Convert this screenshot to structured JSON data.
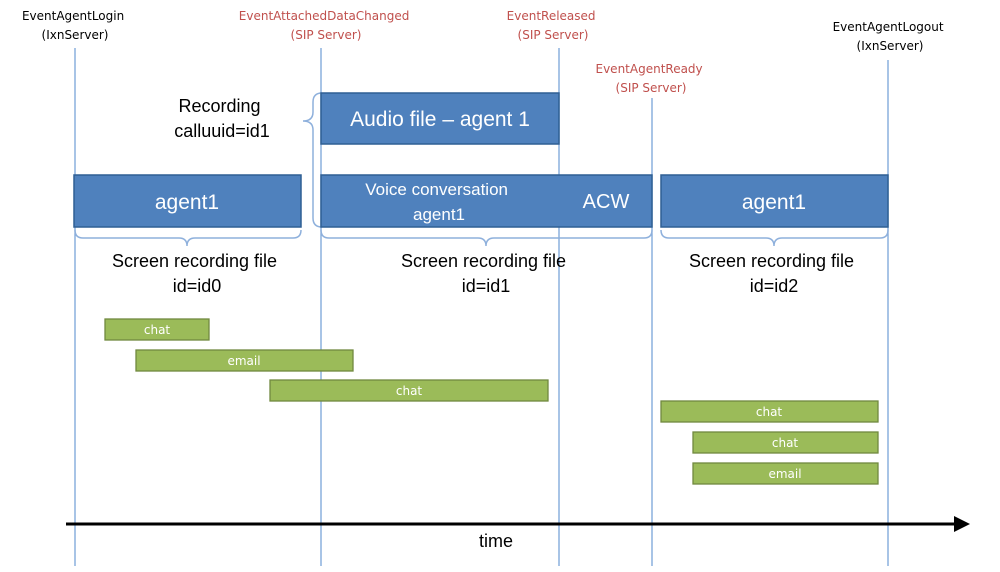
{
  "events": [
    {
      "id": "login",
      "lines": [
        "EventAgentLogin",
        "(IxnServer)"
      ],
      "color": "#000000"
    },
    {
      "id": "attached",
      "lines": [
        "EventAttachedDataChanged",
        "(SIP Server)"
      ],
      "color": "#c0504d"
    },
    {
      "id": "released",
      "lines": [
        "EventReleased",
        "(SIP Server)"
      ],
      "color": "#c0504d"
    },
    {
      "id": "ready",
      "lines": [
        "EventAgentReady",
        "(SIP Server)"
      ],
      "color": "#c0504d"
    },
    {
      "id": "logout",
      "lines": [
        "EventAgentLogout",
        "(IxnServer)"
      ],
      "color": "#000000"
    }
  ],
  "recording": {
    "lines": [
      "Recording",
      "calluuid=id1"
    ]
  },
  "audio_file": "Audio file – agent 1",
  "blocks": {
    "agent1_a": "agent1",
    "voice": [
      "Voice conversation",
      "agent1"
    ],
    "acw": "ACW",
    "agent1_b": "agent1"
  },
  "screen_files": [
    {
      "lines": [
        "Screen recording file",
        "id=id0"
      ]
    },
    {
      "lines": [
        "Screen recording file",
        "id=id1"
      ]
    },
    {
      "lines": [
        "Screen recording file",
        "id=id2"
      ]
    }
  ],
  "tasks": [
    "chat",
    "email",
    "chat",
    "chat",
    "chat",
    "email"
  ],
  "axis_label": "time",
  "colors": {
    "block_fill": "#4f81bd",
    "block_stroke": "#2f5f93",
    "task_fill": "#9bbb59",
    "task_stroke": "#71893f",
    "guide_line": "#7aa4d8",
    "brace": "#8eb0dc"
  }
}
